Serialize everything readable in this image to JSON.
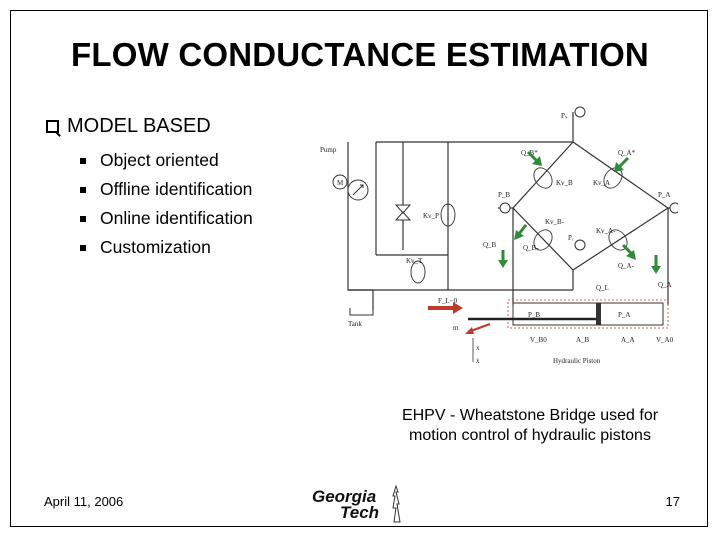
{
  "slide": {
    "title": "FLOW CONDUCTANCE ESTIMATION",
    "section": "MODEL BASED",
    "bullets": [
      "Object oriented",
      "Offline identification",
      "Online identification",
      "Customization"
    ],
    "caption": "EHPV - Wheatstone Bridge used for motion control of hydraulic pistons",
    "date": "April 11, 2006",
    "page_number": "17"
  },
  "logo": {
    "line1": "Georgia",
    "line2": "Tech"
  },
  "diagram": {
    "labels": {
      "pump": "Pump",
      "tank": "Tank",
      "motor": "M",
      "ps": "Pₛ",
      "pr": "Pᵣ",
      "pa": "P_A",
      "pb": "P_B",
      "qb": "Q_B",
      "qa": "Q_A",
      "qbs": "Q_B*",
      "qas": "Q_A*",
      "qbr": "Q_B-",
      "qar": "Q_A-",
      "kvbs": "Kv_B",
      "kvas": "Kv_A",
      "kvbr": "Kv_B-",
      "kvar": "Kv_A-",
      "kvp": "Kv_P",
      "kvt": "Kv_T",
      "ql": "Q_L",
      "fl": "F_L−0",
      "m": "m",
      "pb_piston": "P_B",
      "pa_piston": "P_A",
      "vb": "V_B0",
      "ab": "A_B",
      "aa": "A_A",
      "va": "V_A0",
      "x": "x",
      "xdot": "ẋ",
      "piston_caption": "Hydraulic Piston"
    }
  }
}
